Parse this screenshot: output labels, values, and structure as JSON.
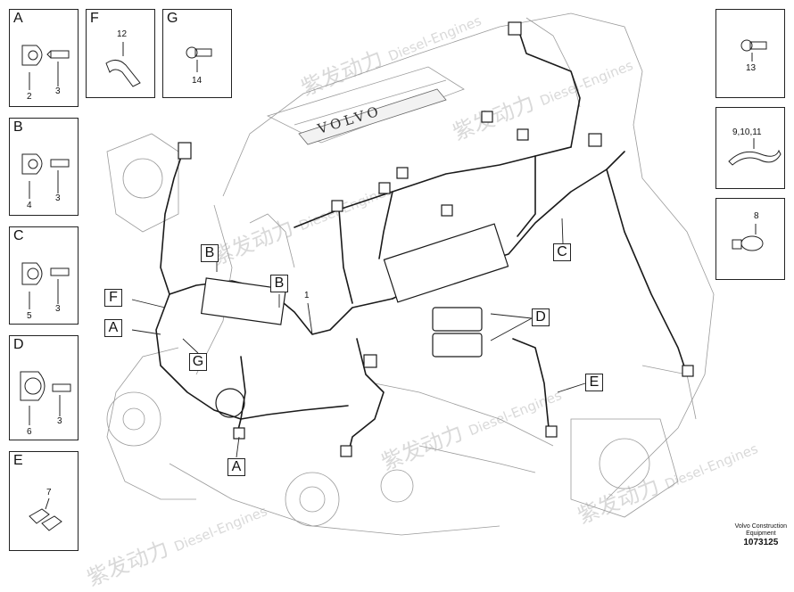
{
  "kits": {
    "A": {
      "letter": "A",
      "parts": [
        "2",
        "3"
      ]
    },
    "B": {
      "letter": "B",
      "parts": [
        "4",
        "3"
      ]
    },
    "C": {
      "letter": "C",
      "parts": [
        "5",
        "3"
      ]
    },
    "D": {
      "letter": "D",
      "parts": [
        "6",
        "3"
      ]
    },
    "E": {
      "letter": "E",
      "parts": [
        "7"
      ]
    },
    "F": {
      "letter": "F",
      "parts": [
        "12"
      ]
    },
    "G": {
      "letter": "G",
      "parts": [
        "14"
      ]
    },
    "R1": {
      "parts": [
        "13"
      ]
    },
    "R2": {
      "parts": [
        "9,10,11"
      ]
    },
    "R3": {
      "parts": [
        "8"
      ]
    }
  },
  "callouts": {
    "B_top": "B",
    "B_mid": "B",
    "F": "F",
    "A_left": "A",
    "G": "G",
    "A_bottom": "A",
    "C": "C",
    "D": "D",
    "E": "E"
  },
  "part_numbers": {
    "harness": "1"
  },
  "engine_logo": "VOLVO",
  "watermark": {
    "cn": "紫发动力",
    "en": "Diesel-Engines"
  },
  "footer": {
    "line1": "Volvo Construction",
    "line2": "Equipment",
    "doc_number": "1073125"
  }
}
